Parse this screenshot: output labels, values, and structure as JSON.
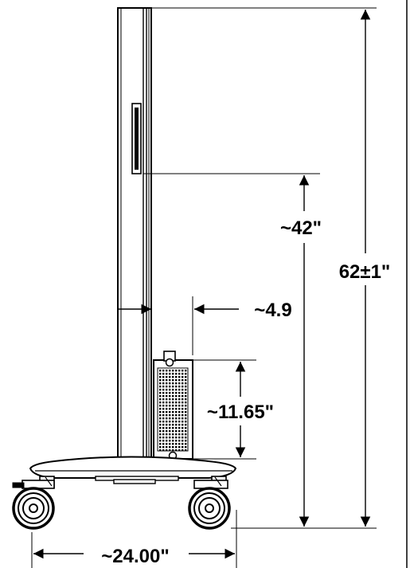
{
  "dimensions": {
    "overall_height": "62±1\"",
    "mount_height": "~42\"",
    "offset": "~4.9",
    "box_height": "~11.65\"",
    "base_width": "~24.00\""
  },
  "colors": {
    "line": "#000000",
    "background": "#ffffff"
  }
}
